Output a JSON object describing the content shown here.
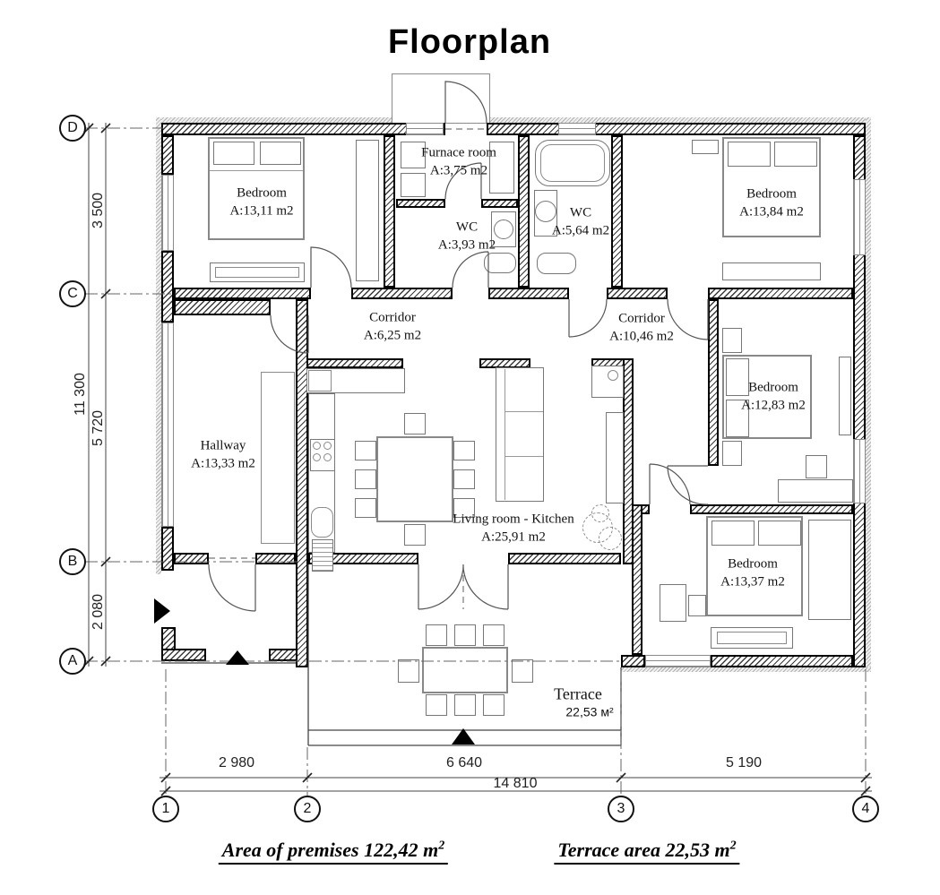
{
  "title": "Floorplan",
  "rooms": [
    {
      "name": "Bedroom",
      "area": "A:13,11 m2"
    },
    {
      "name": "Furnace room",
      "area": "A:3,75 m2"
    },
    {
      "name": "WC",
      "area": "A:3,93 m2"
    },
    {
      "name": "WC",
      "area": "A:5,64 m2"
    },
    {
      "name": "Bedroom",
      "area": "A:13,84 m2"
    },
    {
      "name": "Corridor",
      "area": "A:6,25 m2"
    },
    {
      "name": "Corridor",
      "area": "A:10,46 m2"
    },
    {
      "name": "Hallway",
      "area": "A:13,33 m2"
    },
    {
      "name": "Living room - Kitchen",
      "area": "A:25,91 m2"
    },
    {
      "name": "Bedroom",
      "area": "A:12,83 m2"
    },
    {
      "name": "Bedroom",
      "area": "A:13,37 m2"
    },
    {
      "name": "Terrace",
      "area": "22,53 м²"
    }
  ],
  "grid_rows": [
    "D",
    "C",
    "B",
    "A"
  ],
  "grid_cols": [
    "1",
    "2",
    "3",
    "4"
  ],
  "dims": {
    "left_segments": [
      "3 500",
      "5 720",
      "2 080"
    ],
    "left_total": "11 300",
    "bottom_segments": [
      "2 980",
      "6 640",
      "5 190"
    ],
    "bottom_total": "14 810"
  },
  "footer": {
    "premises": "Area of premises 122,42 m",
    "premises_sup": "2",
    "terrace": "Terrace area 22,53 m",
    "terrace_sup": "2"
  },
  "colors": {
    "wall": "#000000",
    "hatch": "#3a3a3a",
    "thin_line": "#555555",
    "furniture_line": "#777777",
    "text": "#111111"
  }
}
